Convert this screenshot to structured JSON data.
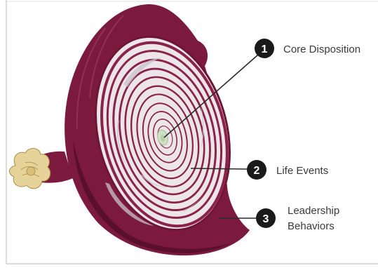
{
  "callouts": [
    {
      "number": "1",
      "label_lines": [
        "Core Disposition"
      ]
    },
    {
      "number": "2",
      "label_lines": [
        "Life Events"
      ]
    },
    {
      "number": "3",
      "label_lines": [
        "Leadership",
        "Behaviors"
      ]
    }
  ],
  "colors": {
    "onion_skin": "#7b1a3d",
    "onion_skin_dark": "#5a0f2b",
    "ring_stroke": "#8a2347",
    "flesh": "#ece6e9",
    "core": "#cfe0c4",
    "root": "#e8d6a0",
    "callout_badge": "#1a1a1a",
    "leader_line": "#2a2a2a",
    "border": "#bfbfbf"
  }
}
